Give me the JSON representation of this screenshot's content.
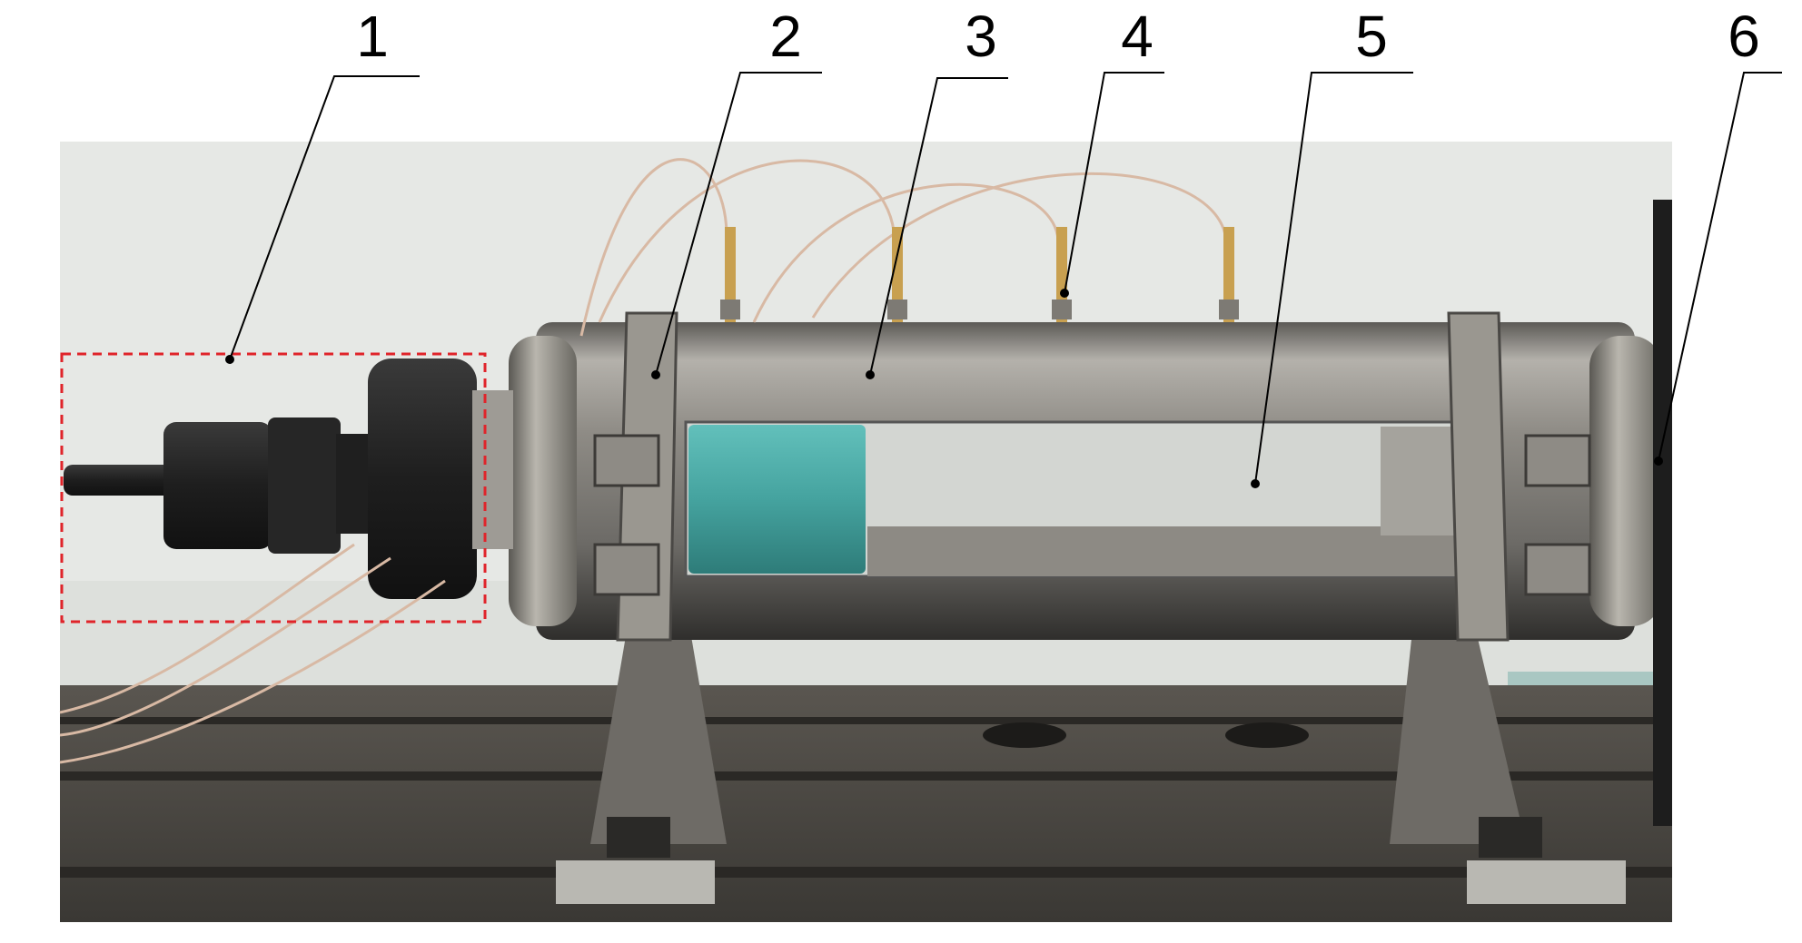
{
  "figure": {
    "callouts": [
      {
        "label": "1"
      },
      {
        "label": "2"
      },
      {
        "label": "3"
      },
      {
        "label": "4"
      },
      {
        "label": "5"
      },
      {
        "label": "6"
      }
    ]
  },
  "colors": {
    "background_wall": "#e6e8e5",
    "table": "#4a4843",
    "steel": "#8d8a84",
    "steel_dark": "#3c3a37",
    "window": "#d3d6d2",
    "teal_sample": "#49a8a4",
    "dashed_box": "#e0242a",
    "cable": "#d8b9a4",
    "fitting": "#c8a050",
    "leader_line": "#000000"
  }
}
